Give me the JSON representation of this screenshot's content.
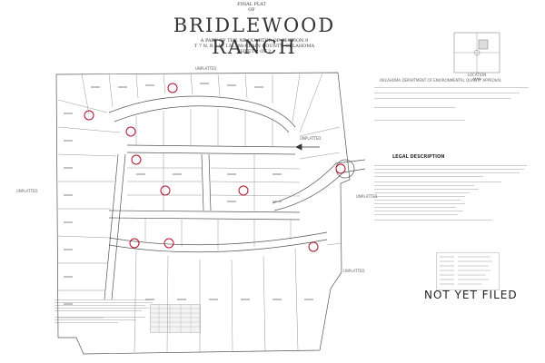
{
  "title": {
    "pre": "FINAL PLAT",
    "of": "OF",
    "name": "BRIDLEWOOD RANCH",
    "line1": "A PART OF THE NE QUARTER OF SECTION 9",
    "line2": "T 7 N, R 4 W, I.M., McCLAIN COUNTY, OKLAHOMA",
    "line3": "SHEET 2 OF 2"
  },
  "location_map_label": "LOCATION MAP",
  "approval_heading": "OKLAHOMA DEPARTMENT OF ENVIRONMENTAL QUALITY APPROVAL",
  "legal_heading": "LEGAL DESCRIPTION",
  "stamp": "NOT YET FILED",
  "plat_labels": {
    "unplatted": "UNPLATTED",
    "unplatted2": "UNPLATTED",
    "unplatted3": "UNPLATTED",
    "unplatted4": "UNPLATTED",
    "unplatted5": "UNPLATTED"
  },
  "colors": {
    "lines": "#555555",
    "lots": "#777777",
    "markers": "#b0102a",
    "stamp": "#222222"
  }
}
